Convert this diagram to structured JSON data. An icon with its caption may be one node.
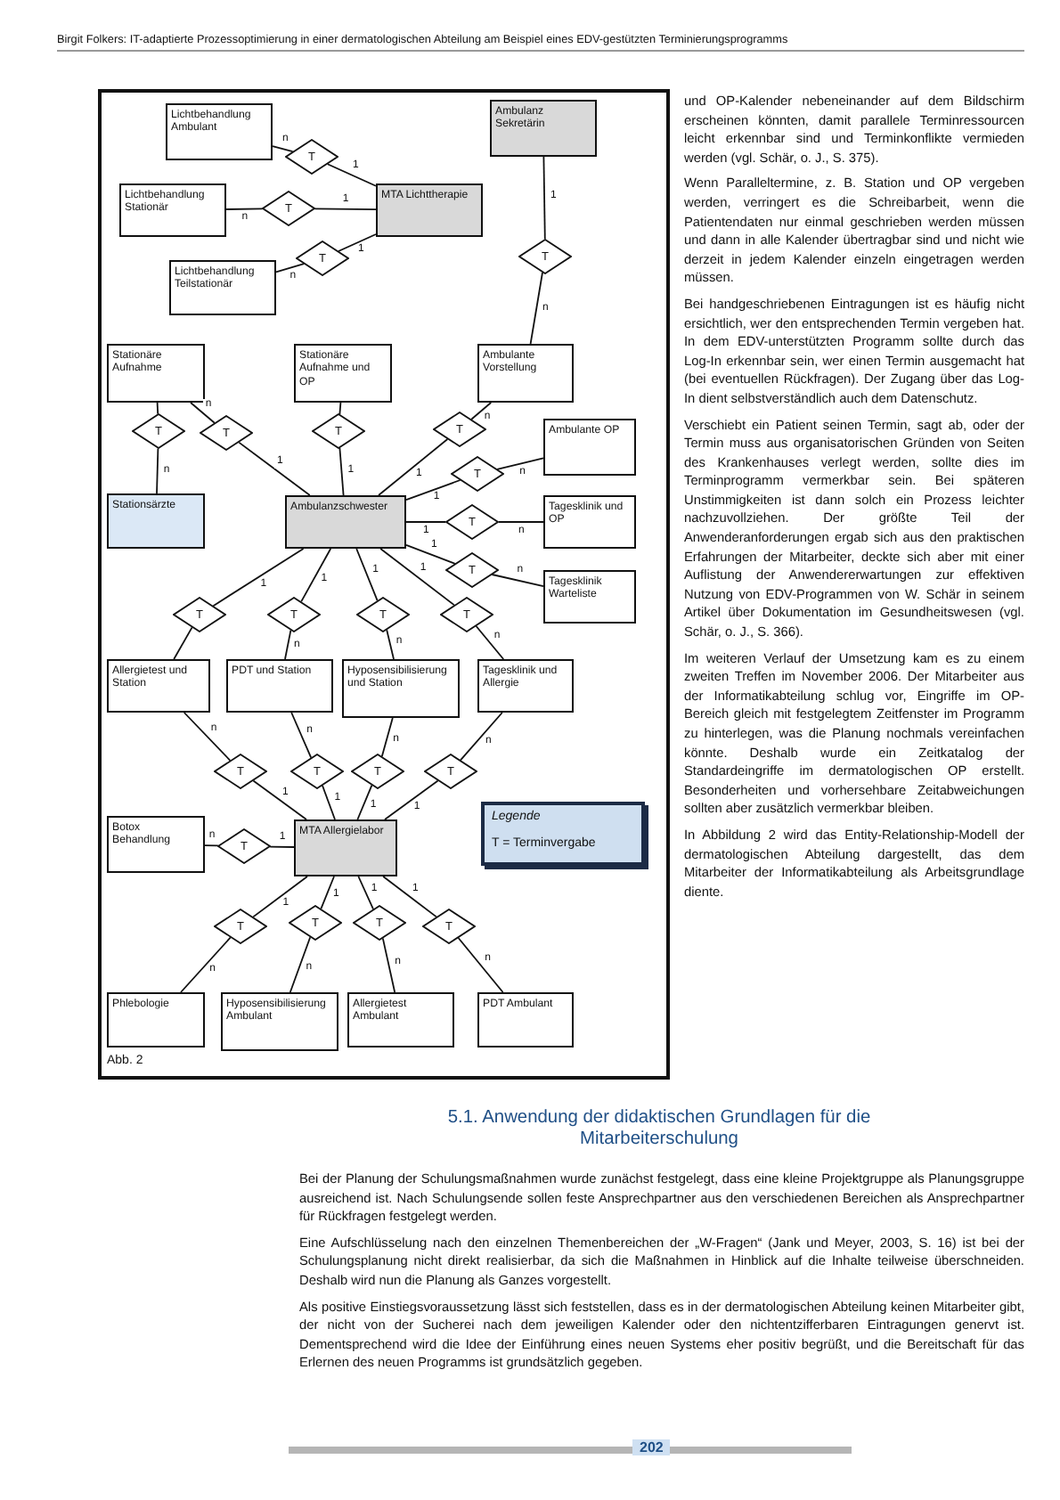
{
  "diagram": {
    "caption": "Abb. 2",
    "nodes": [
      {
        "text": [
          "Lichtbehandlung Ambulant"
        ]
      },
      {
        "text": [
          "Ambulanz Sekretärin"
        ]
      },
      {
        "text": [
          "T"
        ]
      },
      {
        "text": [
          "Lichtbehandlung Stationär"
        ]
      },
      {
        "text": [
          "T"
        ]
      },
      {
        "text": [
          "MTA Lichttherapie"
        ]
      },
      {
        "text": [
          "T"
        ]
      },
      {
        "text": [
          "T"
        ]
      },
      {
        "text": [
          "Lichtbehandlung Teilstationär"
        ]
      },
      {
        "text": [
          "Stationäre Aufnahme"
        ]
      },
      {
        "text": [
          "Stationäre Aufnahme und OP"
        ]
      },
      {
        "text": [
          "Ambulante Vorstellung"
        ]
      },
      {
        "text": [
          "T"
        ]
      },
      {
        "text": [
          "T"
        ]
      },
      {
        "text": [
          "T"
        ]
      },
      {
        "text": [
          "T"
        ]
      },
      {
        "text": [
          "Ambulante OP"
        ]
      },
      {
        "text": [
          "T"
        ]
      },
      {
        "text": [
          "Stationsärzte"
        ]
      },
      {
        "text": [
          "Ambulanzschwester"
        ]
      },
      {
        "text": [
          "T"
        ]
      },
      {
        "text": [
          "Tagesklinik und OP"
        ]
      },
      {
        "text": [
          "T"
        ]
      },
      {
        "text": [
          "Tagesklinik Warteliste"
        ]
      },
      {
        "text": [
          "T"
        ]
      },
      {
        "text": [
          "T"
        ]
      },
      {
        "text": [
          "T"
        ]
      },
      {
        "text": [
          "T"
        ]
      },
      {
        "text": [
          "Allergietest und Station"
        ]
      },
      {
        "text": [
          "PDT und Station"
        ]
      },
      {
        "text": [
          "Hyposensibilisierung und Station"
        ]
      },
      {
        "text": [
          "Tagesklinik und Allergie"
        ]
      },
      {
        "text": [
          "T"
        ]
      },
      {
        "text": [
          "T"
        ]
      },
      {
        "text": [
          "T"
        ]
      },
      {
        "text": [
          "T"
        ]
      },
      {
        "text": [
          "Botox Behandlung"
        ]
      },
      {
        "text": [
          "T"
        ]
      },
      {
        "text": [
          "MTA Allergielabor"
        ]
      },
      {
        "text": [
          "T"
        ]
      },
      {
        "text": [
          "T"
        ]
      },
      {
        "text": [
          "T"
        ]
      },
      {
        "text": [
          "T"
        ]
      },
      {
        "text": [
          "Phlebologie"
        ]
      },
      {
        "text": [
          "Hyposensibilisierung Ambulant"
        ]
      },
      {
        "text": [
          "Allergietest Ambulant"
        ]
      },
      {
        "text": [
          "PDT Ambulant"
        ]
      }
    ],
    "edges": [
      {
        "from": 0,
        "to": 2,
        "arrow": "none",
        "label": "n"
      },
      {
        "from": 2,
        "to": 5,
        "arrow": "none",
        "label": "1"
      },
      {
        "from": 3,
        "to": 4,
        "arrow": "none",
        "label": "n"
      },
      {
        "from": 4,
        "to": 5,
        "arrow": "none",
        "label": "1"
      },
      {
        "from": 8,
        "to": 6,
        "arrow": "none",
        "label": "n"
      },
      {
        "from": 6,
        "to": 5,
        "arrow": "none",
        "label": "1"
      },
      {
        "from": 1,
        "to": 7,
        "arrow": "none",
        "label": "1"
      },
      {
        "from": 7,
        "to": 11,
        "arrow": "none",
        "label": "n"
      },
      {
        "from": 9,
        "to": 12,
        "arrow": "none"
      },
      {
        "from": 12,
        "to": 18,
        "arrow": "none",
        "label": "n"
      },
      {
        "from": 9,
        "to": 13,
        "arrow": "none",
        "label": "n"
      },
      {
        "from": 13,
        "to": 19,
        "arrow": "none",
        "label": "1"
      },
      {
        "from": 10,
        "to": 14,
        "arrow": "none"
      },
      {
        "from": 14,
        "to": 19,
        "arrow": "none",
        "label": "1"
      },
      {
        "from": 11,
        "to": 15,
        "arrow": "none",
        "label": "n"
      },
      {
        "from": 15,
        "to": 19,
        "arrow": "none",
        "label": "1"
      },
      {
        "from": 16,
        "to": 17,
        "arrow": "none",
        "label": "n"
      },
      {
        "from": 17,
        "to": 19,
        "arrow": "none",
        "label": "1"
      },
      {
        "from": 19,
        "to": 20,
        "arrow": "none",
        "label": "1"
      },
      {
        "from": 20,
        "to": 21,
        "arrow": "none",
        "label": "n"
      },
      {
        "from": 19,
        "to": 22,
        "arrow": "none",
        "label": "1"
      },
      {
        "from": 22,
        "to": 23,
        "arrow": "none",
        "label": "n"
      },
      {
        "from": 19,
        "to": 24,
        "arrow": "none",
        "label": "1"
      },
      {
        "from": 24,
        "to": 28,
        "arrow": "none"
      },
      {
        "from": 19,
        "to": 25,
        "arrow": "none",
        "label": "1"
      },
      {
        "from": 25,
        "to": 29,
        "arrow": "none",
        "label": "n"
      },
      {
        "from": 19,
        "to": 26,
        "arrow": "none",
        "label": "1"
      },
      {
        "from": 26,
        "to": 30,
        "arrow": "none",
        "label": "n"
      },
      {
        "from": 19,
        "to": 27,
        "arrow": "none",
        "label": "1"
      },
      {
        "from": 27,
        "to": 31,
        "arrow": "none",
        "label": "n"
      },
      {
        "from": 28,
        "to": 32,
        "arrow": "none",
        "label": "n"
      },
      {
        "from": 32,
        "to": 38,
        "arrow": "none",
        "label": "1"
      },
      {
        "from": 29,
        "to": 33,
        "arrow": "none",
        "label": "n"
      },
      {
        "from": 33,
        "to": 38,
        "arrow": "none",
        "label": "1"
      },
      {
        "from": 30,
        "to": 34,
        "arrow": "none",
        "label": "n"
      },
      {
        "from": 34,
        "to": 38,
        "arrow": "none",
        "label": "1"
      },
      {
        "from": 31,
        "to": 35,
        "arrow": "none",
        "label": "n"
      },
      {
        "from": 35,
        "to": 38,
        "arrow": "none",
        "label": "1"
      },
      {
        "from": 36,
        "to": 37,
        "arrow": "none",
        "label": "n"
      },
      {
        "from": 37,
        "to": 38,
        "arrow": "none",
        "label": "1"
      },
      {
        "from": 38,
        "to": 39,
        "arrow": "none",
        "label": "1"
      },
      {
        "from": 39,
        "to": 43,
        "arrow": "none",
        "label": "n"
      },
      {
        "from": 38,
        "to": 40,
        "arrow": "none",
        "label": "1"
      },
      {
        "from": 40,
        "to": 44,
        "arrow": "none",
        "label": "n"
      },
      {
        "from": 38,
        "to": 41,
        "arrow": "none",
        "label": "1"
      },
      {
        "from": 41,
        "to": 45,
        "arrow": "none",
        "label": "n"
      },
      {
        "from": 38,
        "to": 42,
        "arrow": "none",
        "label": "1"
      },
      {
        "from": 42,
        "to": 46,
        "arrow": "none",
        "label": "n"
      }
    ],
    "labels": [
      "Birgit Folkers: IT-adaptierte Prozessoptimierung in einer dermatologischen Abteilung am Beispiel eines EDV-gestützten Terminierungsprogramms",
      "und OP-Kalender nebeneinander auf dem Bildschirm erscheinen könnten, damit parallele Terminressourcen leicht erkennbar sind und Terminkonflikte vermieden werden (vgl. Schär, o. J., S. 375).",
      "Wenn Paralleltermine, z. B. Station und OP vergeben werden, verringert es die Schreibarbeit, wenn die Patientendaten nur einmal geschrieben werden müssen und dann in alle Kalender übertragbar sind und nicht wie derzeit in jedem Kalender einzeln eingetragen werden müssen.",
      "Bei handgeschriebenen Eintragungen ist es häufig nicht ersichtlich, wer den entsprechenden Termin vergeben hat. In dem EDV-unterstützten Programm sollte durch das Log-In erkennbar sein, wer einen Termin ausgemacht hat (bei eventuellen Rückfragen). Der Zugang über das Log-In dient selbstverständlich auch dem Datenschutz.",
      "Verschiebt ein Patient seinen Termin, sagt ab, oder der Termin muss aus organisatorischen Gründen von Seiten des Krankenhauses verlegt werden, sollte dies im Terminprogramm vermerkbar sein. Bei späteren Unstimmigkeiten ist dann solch ein Prozess leichter nachzuvollziehen. Der größte Teil der Anwenderanforderungen ergab sich aus den praktischen Erfahrungen der Mitarbeiter, deckte sich aber mit einer Auflistung der Anwendererwartungen zur effektiven Nutzung von EDV-Programmen von W. Schär in seinem Artikel über Dokumentation im Gesundheitswesen (vgl. Schär, o. J., S. 366).",
      "Im weiteren Verlauf der Umsetzung kam es zu einem zweiten Treffen im November 2006. Der Mitarbeiter aus der Informatikabteilung schlug vor, Eingriffe im OP-Bereich gleich mit festgelegtem Zeitfenster im Programm zu hinterlegen, was die Planung nochmals vereinfachen könnte. Deshalb wurde ein Zeitkatalog der Standardeingriffe im dermatologischen OP erstellt. Besonderheiten und vorhersehbare Zeitabweichungen sollten aber zusätzlich vermerkbar bleiben.",
      "In Abbildung 2 wird das Entity-Relationship-Modell der dermatologischen Abteilung dargestellt, das dem Mitarbeiter der Informatikabteilung als Arbeitsgrundlage diente.",
      "Legende",
      "5.1. Anwendung der didaktischen Grundlagen für die Mitarbeiterschulung",
      "Bei der Planung der Schulungsmaßnahmen wurde zunächst festgelegt, dass eine kleine Projektgruppe als Planungsgruppe ausreichend ist. Nach Schulungsende sollen feste Ansprechpartner aus den verschiedenen Bereichen als Ansprechpartner für Rückfragen festgelegt werden.",
      "Eine Aufschlüsselung nach den einzelnen Themenbereichen der „W-Fragen“ (Jank und Meyer, 2003, S. 16) ist bei der Schulungsplanung nicht direkt realisierbar, da sich die Maßnahmen in Hinblick auf die Inhalte teilweise überschneiden. Deshalb wird nun die Planung als Ganzes vorgestellt.",
      "Als positive Einstiegsvoraussetzung lässt sich feststellen, dass es in der dermatologischen Abteilung keinen Mitarbeiter gibt, der nicht von der Sucherei nach dem jeweiligen Kalender oder den nichtentzifferbaren Eintragungen genervt ist. Dementsprechend wird die Idee der Einführung eines neuen Systems eher positiv begrüßt, und die Bereitschaft für das Erlernen des neuen Programms ist grundsätzlich gegeben.",
      "202"
    ],
    "legend": [
      {
        "text": "T = Terminvergabe"
      }
    ]
  }
}
